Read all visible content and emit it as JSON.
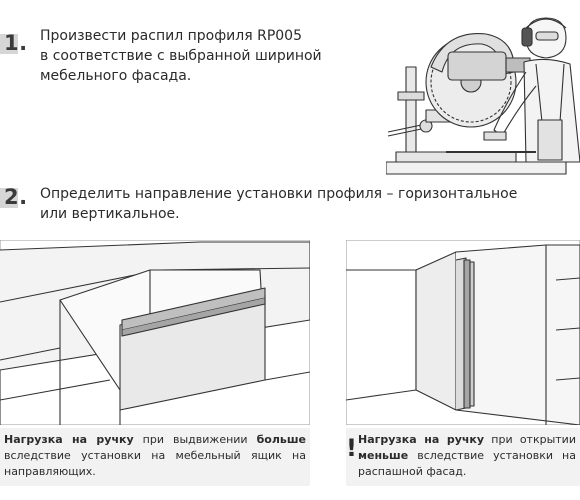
{
  "steps": [
    {
      "number": "1.",
      "lines": "Произвести распил профиля RP005\nв соответствие с выбранной шириной\nмебельного фасада."
    },
    {
      "number": "2.",
      "lines": "Определить направление установки профиля – горизонтальное\nили вертикальное."
    }
  ],
  "captions": {
    "horizontal": {
      "lead": "Нагрузка на ручку",
      "mid": " при выдвижении ",
      "strong": "больше",
      "rest": " вследствие установки на мебельный ящик на направляющих."
    },
    "vertical": {
      "warning_mark": "!",
      "lead": "Нагрузка на ручку",
      "mid": " при открытии ",
      "strong": "меньше",
      "rest": " вследствие установки на распашной фасад."
    }
  }
}
